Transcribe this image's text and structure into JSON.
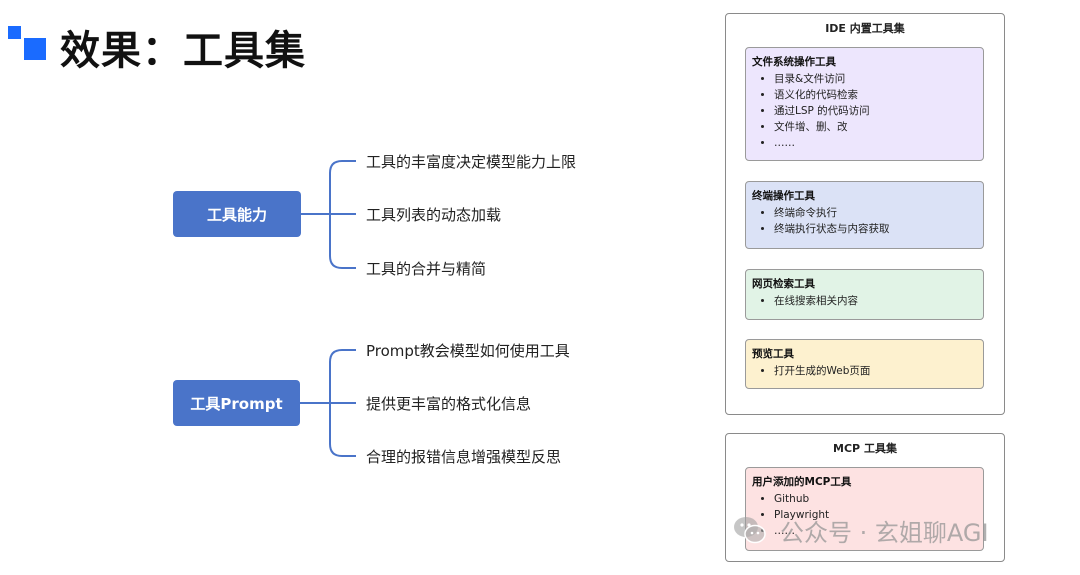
{
  "title": "效果：工具集",
  "mindmap": {
    "nodes": [
      {
        "label": "工具能力",
        "branches": [
          "工具的丰富度决定模型能力上限",
          "工具列表的动态加载",
          "工具的合并与精简"
        ]
      },
      {
        "label": "工具Prompt",
        "branches": [
          "Prompt教会模型如何使用工具",
          "提供更丰富的格式化信息",
          "合理的报错信息增强模型反思"
        ]
      }
    ]
  },
  "ide_panel": {
    "title": "IDE 内置工具集",
    "groups": [
      {
        "title": "文件系统操作工具",
        "items": [
          "目录&文件访问",
          "语义化的代码检索",
          "通过LSP 的代码访问",
          "文件增、删、改",
          "……"
        ],
        "color": "#ede6fd"
      },
      {
        "title": "终端操作工具",
        "items": [
          "终端命令执行",
          "终端执行状态与内容获取"
        ],
        "color": "#dbe2f6"
      },
      {
        "title": "网页检索工具",
        "items": [
          "在线搜索相关内容"
        ],
        "color": "#e1f3e6"
      },
      {
        "title": "预览工具",
        "items": [
          "打开生成的Web页面"
        ],
        "color": "#fdf1cf"
      }
    ]
  },
  "mcp_panel": {
    "title": "MCP 工具集",
    "groups": [
      {
        "title": "用户添加的MCP工具",
        "items": [
          "Github",
          "Playwright",
          "……"
        ],
        "color": "#fde2e2"
      }
    ]
  },
  "watermark": {
    "text": "公众号 · 玄姐聊AGI",
    "icon": "wechat-icon"
  },
  "colors": {
    "accent": "#1a6bff",
    "node": "#4a74c9",
    "connector": "#4a74c9"
  }
}
